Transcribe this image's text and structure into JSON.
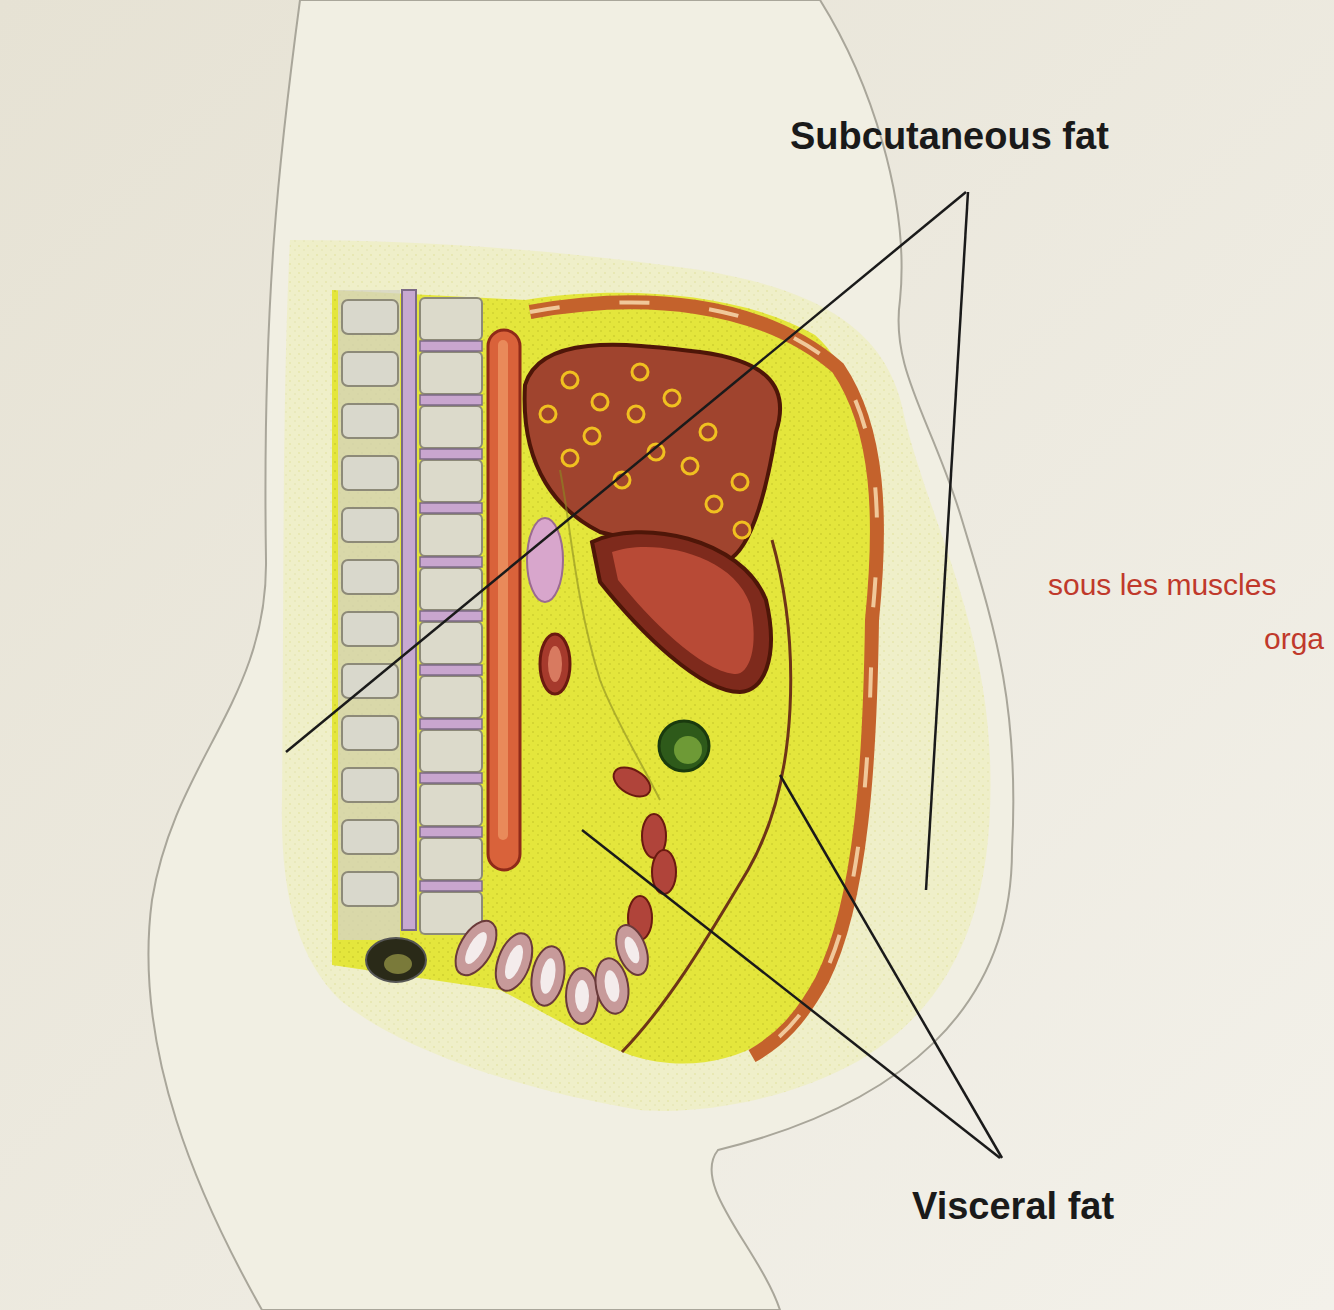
{
  "diagram": {
    "labels": [
      "Subcutaneous fat",
      "sous les muscles",
      "orga",
      "Visceral fat"
    ]
  }
}
